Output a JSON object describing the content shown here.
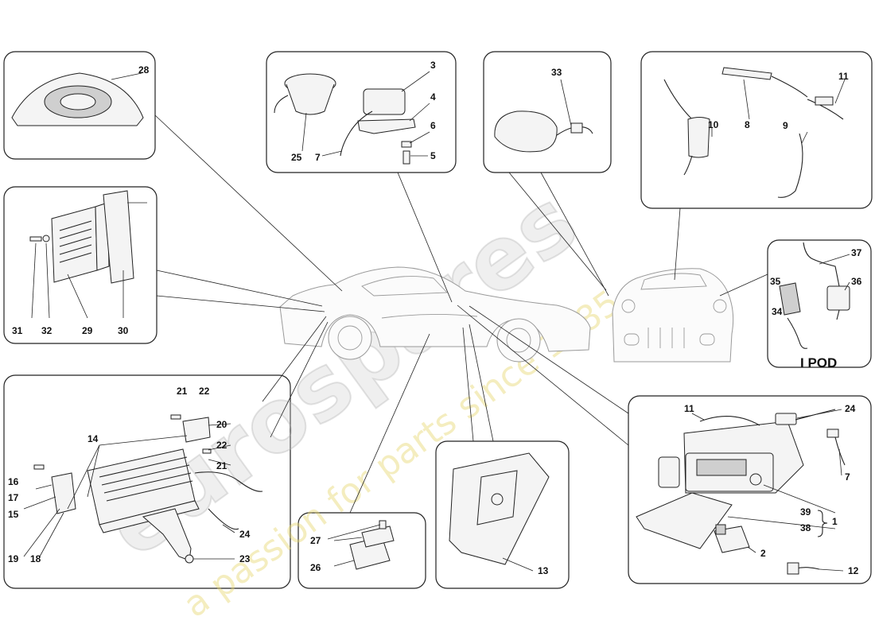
{
  "labels": {
    "l1": "1",
    "l2": "2",
    "l3": "3",
    "l4": "4",
    "l5": "5",
    "l6": "6",
    "l7": "7",
    "l7b": "7",
    "l8": "8",
    "l9": "9",
    "l10": "10",
    "l11": "11",
    "l11b": "11",
    "l12": "12",
    "l13": "13",
    "l14": "14",
    "l15": "15",
    "l16": "16",
    "l17": "17",
    "l18": "18",
    "l19": "19",
    "l20": "20",
    "l21": "21",
    "l21b": "21",
    "l22": "22",
    "l22b": "22",
    "l23": "23",
    "l24": "24",
    "l24b": "24",
    "l25": "25",
    "l26": "26",
    "l27": "27",
    "l28": "28",
    "l29": "29",
    "l30": "30",
    "l31": "31",
    "l32": "32",
    "l33": "33",
    "l34": "34",
    "l35": "35",
    "l36": "36",
    "l37": "37",
    "l38": "38",
    "l39": "39"
  },
  "ipod_label": "I POD",
  "watermark": {
    "brand": "eurospares",
    "tagline": "a passion for parts since 1985"
  },
  "colors": {
    "line": "#222222",
    "car_outline": "#9a9a9a",
    "watermark_grey": "#c9c9c9",
    "watermark_yellow": "#e6d870"
  }
}
